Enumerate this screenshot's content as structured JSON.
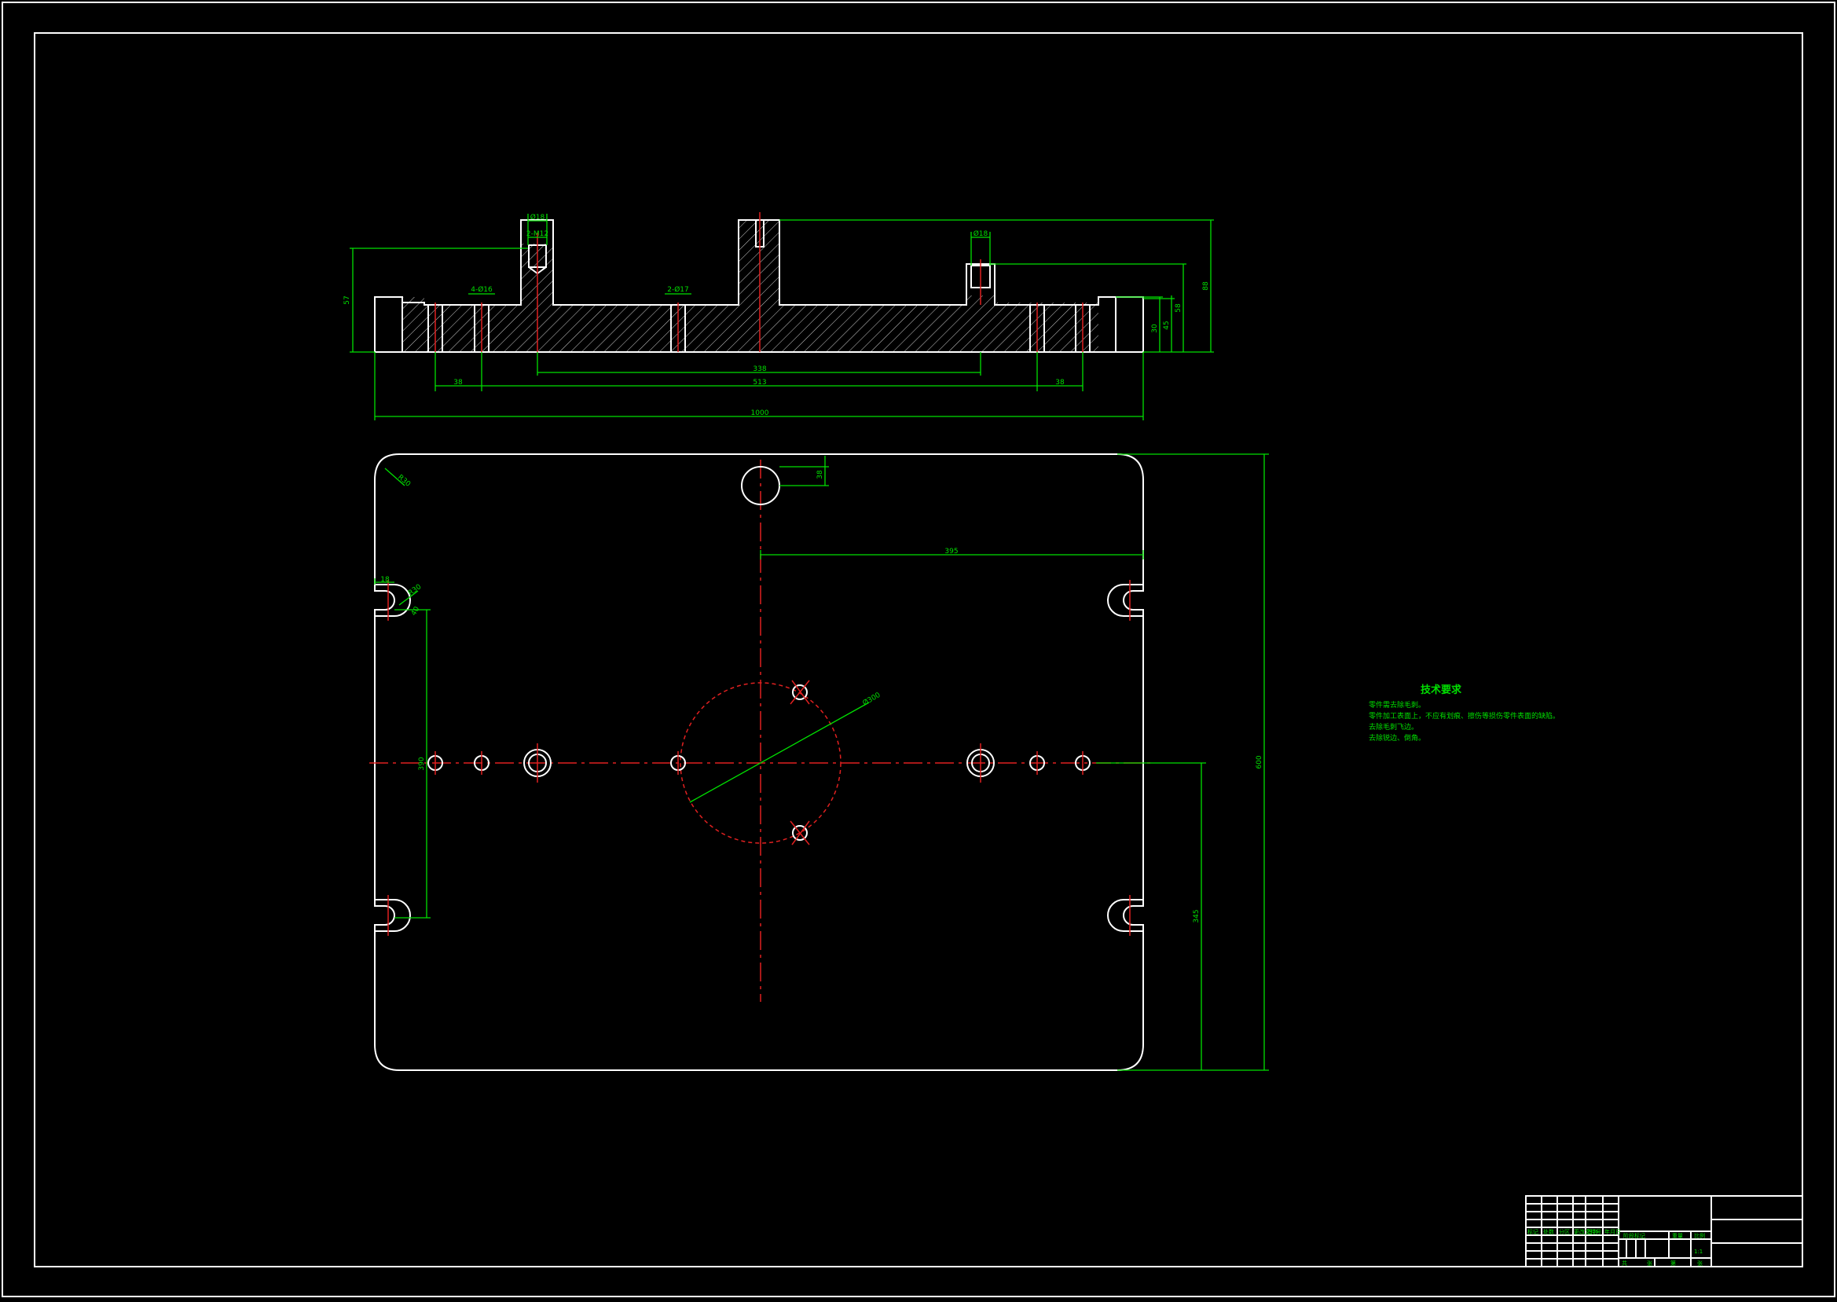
{
  "colors": {
    "background": "#000000",
    "outline": "#ffffff",
    "dimension": "#00e000",
    "centerline": "#e02020"
  },
  "section_view": {
    "dims": {
      "hole_dia_left": "Ø18",
      "hole_dia_right": "Ø18",
      "thread_left": "2-M12",
      "small_hole_left": "4-Ø16",
      "small_hole_center": "2-Ø17",
      "spacing_left": "38",
      "spacing_right": "38",
      "span_inner": "338",
      "span_mid": "513",
      "overall_width": "1000",
      "left_height": "57",
      "right_h1": "30",
      "right_h2": "45",
      "right_h3": "58",
      "right_h4": "88"
    }
  },
  "plan_view": {
    "dims": {
      "corner_radius": "R30",
      "hole_offset": "38",
      "half_width": "395",
      "slot_width": "18",
      "slot_radius": "R30",
      "slot_depth": "40",
      "slot_spacing": "390",
      "pcd": "Ø300",
      "overall_height": "600",
      "half_height": "345"
    }
  },
  "notes": {
    "title": "技术要求",
    "lines": [
      "零件需去除毛刺。",
      "零件加工表面上，不应有划痕、擦伤等损伤零件表面的缺陷。",
      "去除毛刺飞边。",
      "去除锐边、倒角。"
    ]
  },
  "title_block": {
    "left_labels": [
      "标记",
      "处数",
      "分区",
      "更改文件号",
      "签名",
      "年月日"
    ],
    "mid_labels": [
      "阶段标记",
      "重量",
      "比例"
    ],
    "bottom_labels": [
      "共",
      "张",
      "第",
      "张"
    ],
    "scale": "1:1"
  }
}
